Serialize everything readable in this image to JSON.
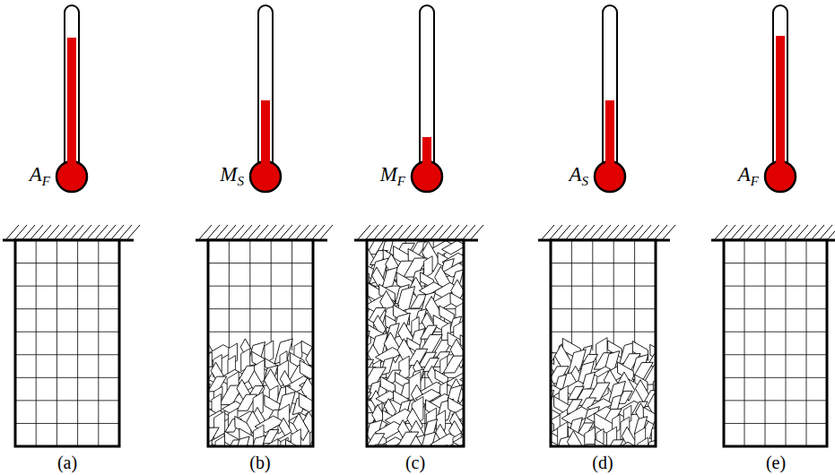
{
  "diagram": {
    "labels": [
      "AF",
      "MS",
      "MF",
      "AS",
      "AF",
      "(a)",
      "(b)",
      "(c)",
      "(d)",
      "(e)"
    ]
  }
}
